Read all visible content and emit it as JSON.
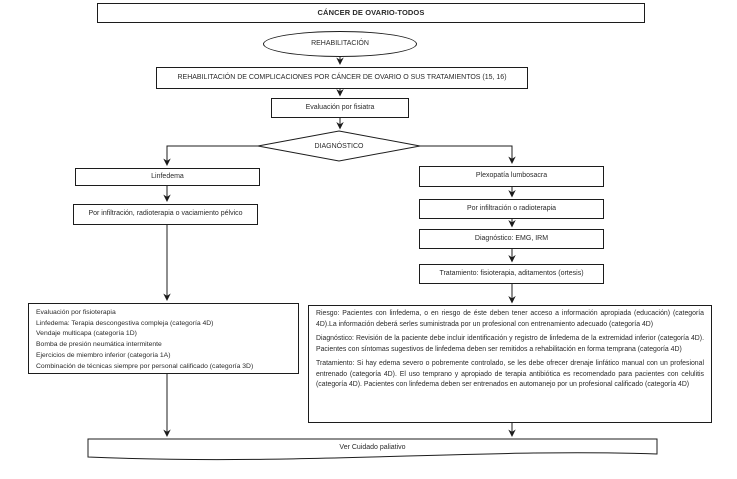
{
  "flowchart": {
    "title": "CÁNCER DE OVARIO-TODOS",
    "start_label": "REHABILITACIÓN",
    "rehab_box": "REHABILITACIÓN DE COMPLICACIONES POR CÁNCER DE OVARIO O SUS TRATAMIENTOS (15, 16)",
    "eval_box": "Evaluación por fisiatra",
    "decision": "DIAGNÓSTICO",
    "left_branch": {
      "condition": "Linfedema",
      "cause": "Por infiltración, radioterapia o vaciamiento pélvico",
      "treatment_lines": [
        "Evaluación por fisioterapia",
        "Linfedema: Terapia descongestiva compleja (categoría 4D)",
        "Vendaje multicapa (categoría 1D)",
        "Bomba de presión neumática intermitente",
        "Ejercicios de miembro inferior (categoría 1A)",
        "Combinación de técnicas siempre por personal calificado (categoría 3D)"
      ]
    },
    "right_branch": {
      "condition": "Plexopatía lumbosacra",
      "cause": "Por infiltración o radioterapia",
      "diagnosis": "Diagnóstico: EMG, IRM",
      "treatment": "Tratamiento: fisioterapia, aditamentos (ortesis)",
      "recommendations": [
        "Riesgo: Pacientes con linfedema, o en riesgo de éste deben tener acceso a información apropiada (educación) (categoría 4D).La información deberá serles suministrada por un profesional con entrenamiento adecuado (categoría 4D)",
        "Diagnóstico: Revisión de la paciente debe incluir identificación y registro de linfedema de la extremidad inferior (categoría 4D). Pacientes con síntomas sugestivos de linfedema deben ser remitidos a rehabilitación en forma temprana (categoría 4D)",
        "Tratamiento: Si hay edema severo o pobremente controlado, se les debe ofrecer drenaje linfático manual con un profesional entrenado (categoría 4D). El uso temprano y apropiado de terapia antibiótica es recomendado para pacientes con celulitis (categoría 4D). Pacientes con linfedema deben ser entrenados en automanejo por un profesional calificado (categoría 4D)"
      ]
    },
    "footer": "Ver Cuidado paliativo",
    "line_color": "#1c1c1c"
  }
}
